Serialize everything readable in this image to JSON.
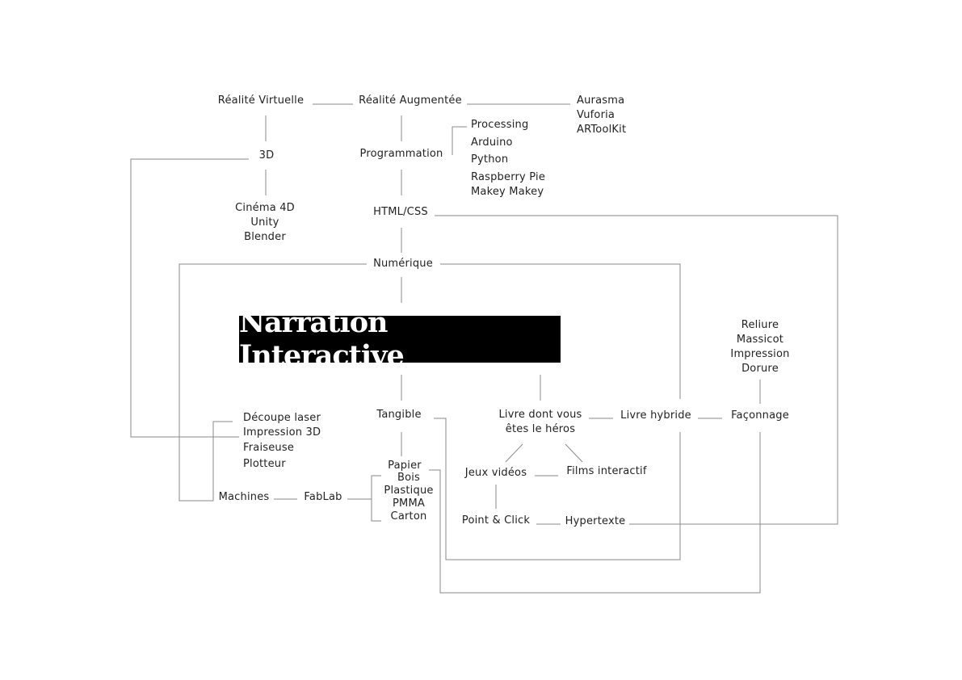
{
  "title": "Narration Interactive",
  "nodes": {
    "realite_virtuelle": "Réalité Virtuelle",
    "realite_augmentee": "Réalité Augmentée",
    "ar_tools": [
      "Aurasma",
      "Vuforia",
      "ARToolKit"
    ],
    "programmation": "Programmation",
    "prog_tools": [
      "Processing",
      "Arduino",
      "Python",
      "Raspberry Pie",
      "Makey Makey"
    ],
    "three_d": "3D",
    "three_d_tools": [
      "Cinéma 4D",
      "Unity",
      "Blender"
    ],
    "html_css": "HTML/CSS",
    "numerique": "Numérique",
    "reliure_group": [
      "Reliure",
      "Massicot",
      "Impression",
      "Dorure"
    ],
    "tangible": "Tangible",
    "livre_dont_vous": [
      "Livre dont vous",
      "êtes le héros"
    ],
    "livre_hybride": "Livre hybride",
    "faconnage": "Façonnage",
    "machine_tools": [
      "Découpe laser",
      "Impression 3D",
      "Fraiseuse",
      "Plotteur"
    ],
    "papier": "Papier",
    "materials": [
      "Bois",
      "Plastique",
      "PMMA",
      "Carton"
    ],
    "jeux_videos": "Jeux vidéos",
    "films_interactif": "Films interactif",
    "machines": "Machines",
    "fablab": "FabLab",
    "point_click": "Point & Click",
    "hypertexte": "Hypertexte"
  }
}
